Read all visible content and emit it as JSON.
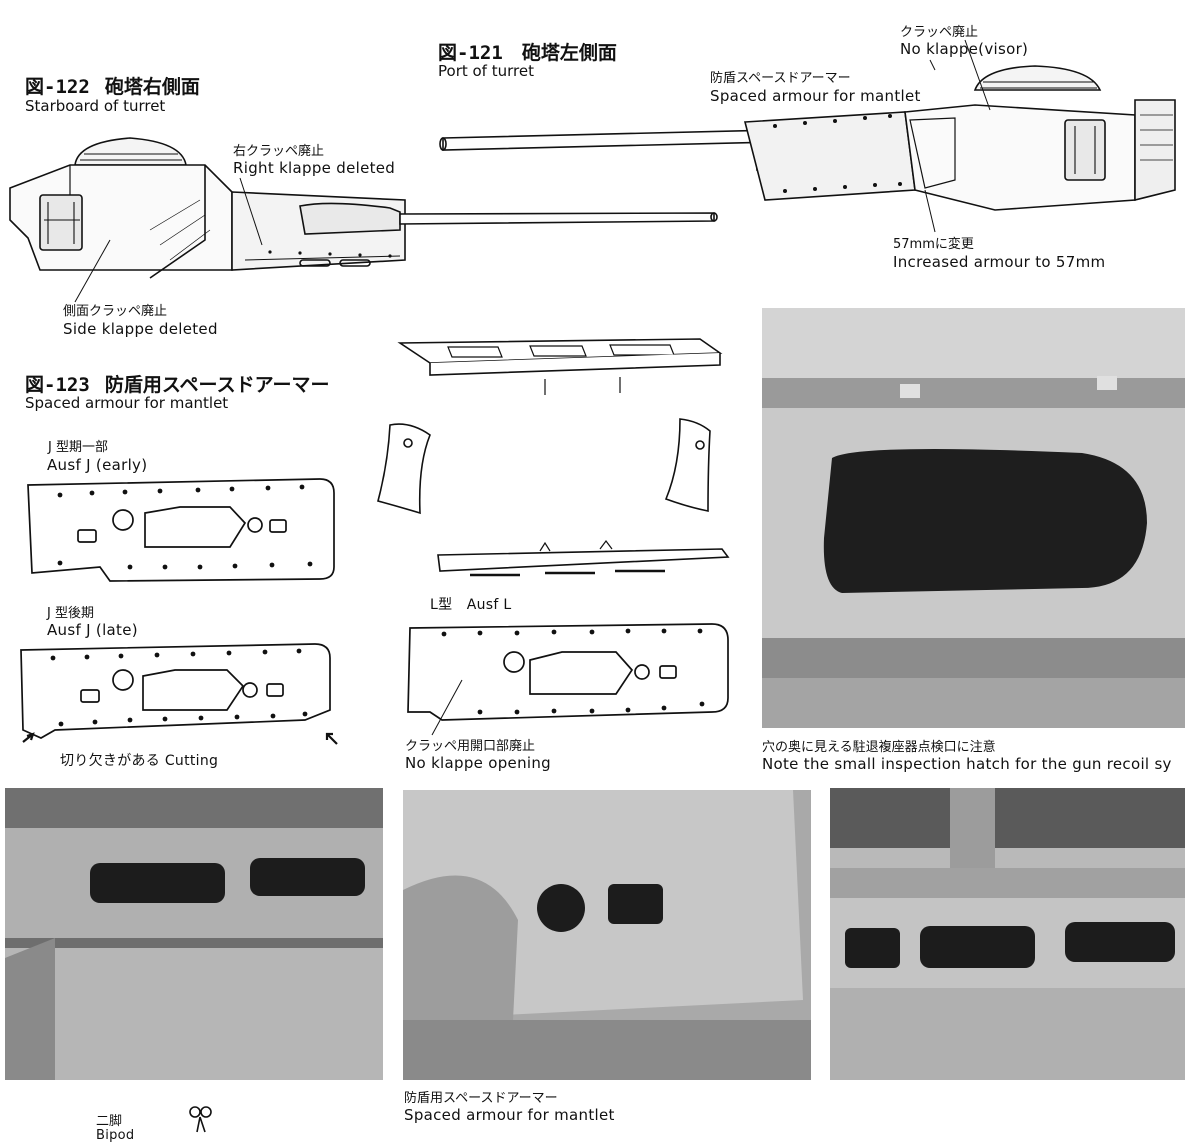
{
  "figures": {
    "fig122": {
      "number": "図-122",
      "title_jp": "砲塔右側面",
      "title_en": "Starboard of turret"
    },
    "fig121": {
      "number": "図-121",
      "title_jp": "砲塔左側面",
      "title_en": "Port of turret"
    },
    "fig123": {
      "number": "図-123",
      "title_jp": "防盾用スペースドアーマー",
      "title_en": "Spaced armour for mantlet"
    }
  },
  "callouts": {
    "no_klappe_visor_jp": "クラッペ廃止",
    "no_klappe_visor_en": "No klappe(visor)",
    "spaced_armour_jp": "防盾スペースドアーマー",
    "spaced_armour_en": "Spaced armour for mantlet",
    "right_klappe_jp": "右クラッペ廃止",
    "right_klappe_en": "Right  klappe deleted",
    "increased_armour_jp": "57mmに変更",
    "increased_armour_en": "Increased armour to 57mm",
    "side_klappe_jp": "側面クラッペ廃止",
    "side_klappe_en": "Side klappe deleted"
  },
  "variants": {
    "early_jp": "J 型期一部",
    "early_en": "Ausf J (early)",
    "late_jp": "J 型後期",
    "late_en": "Ausf J (late)",
    "cutting": "切り欠きがある Cutting",
    "ausf_l": "L型　Ausf L",
    "no_opening_jp": "クラッペ用開口部廃止",
    "no_opening_en": "No klappe opening"
  },
  "photo_captions": {
    "hatch_jp": "穴の奥に見える駐退複座器点検口に注意",
    "hatch_en": "Note the small inspection hatch for the gun recoil sy",
    "mantlet_jp": "防盾用スペースドアーマー",
    "mantlet_en": "Spaced armour for mantlet",
    "bipod_jp": "二脚",
    "bipod_en": "Bipod"
  }
}
